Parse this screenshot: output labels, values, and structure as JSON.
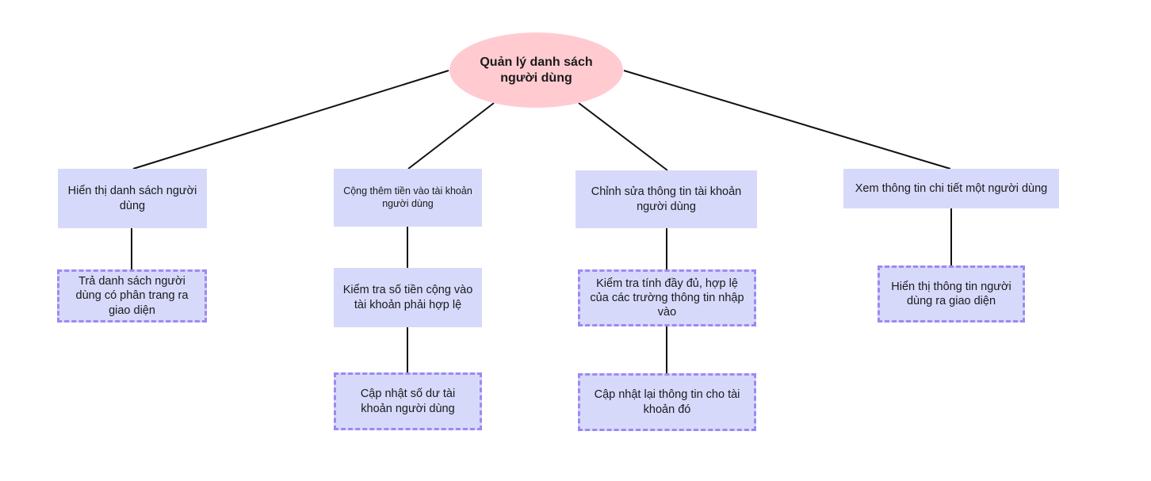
{
  "diagram": {
    "root": {
      "label": "Quản lý danh sách người dùng"
    },
    "branches": [
      {
        "label": "Hiển thị danh sách người dùng",
        "children": [
          "Trả danh sách người dùng có phân trang ra giao diện"
        ]
      },
      {
        "label": "Cộng thêm tiền vào tài khoản người dùng",
        "children": [
          "Kiểm tra số tiền cộng vào tài khoản phải hợp lệ",
          "Cập nhật số dư tài khoản người dùng"
        ]
      },
      {
        "label": "Chỉnh sửa thông tin tài khoản người dùng",
        "children": [
          "Kiểm tra tính đầy đủ, hợp lệ của các trường thông tin nhập vào",
          "Cập nhật lại thông tin cho tài khoản đó"
        ]
      },
      {
        "label": "Xem thông tin chi tiết một người dùng",
        "children": [
          "Hiển thị thông tin người dùng ra giao diện"
        ]
      }
    ]
  },
  "colors": {
    "root_fill": "#ffcbd1",
    "node_fill": "#d7d9fb",
    "dashed_border": "#9b8af1",
    "edge": "#111111"
  }
}
